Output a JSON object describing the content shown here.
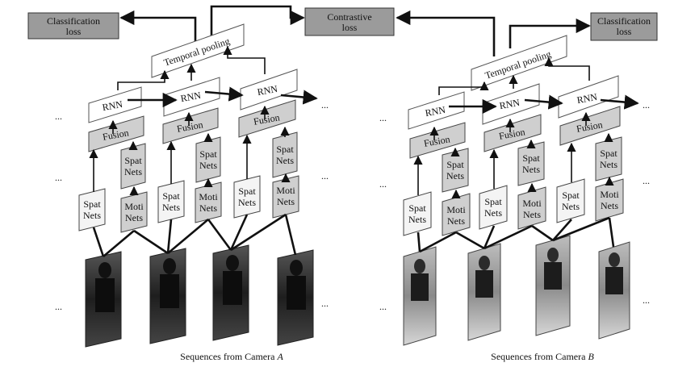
{
  "labels": {
    "classification_loss": "Classification loss",
    "contrastive_loss": "Contrastive loss",
    "temporal_pooling": "Temporal pooling",
    "rnn": "RNN",
    "fusion": "Fusion",
    "spat_nets": "Spat Nets",
    "moti_nets": "Moti Nets",
    "ellipsis": "...",
    "caption_a_prefix": "Sequences from Camera ",
    "caption_a_letter": "A",
    "caption_b_prefix": "Sequences from Camera ",
    "caption_b_letter": "B"
  },
  "colors": {
    "loss_box": "#9b9b9b",
    "fusion_box": "#cfcfcf",
    "moti_box": "#cfcfcf",
    "spat_box": "#f4f4f4",
    "camera_a_frame": "#2f2f2f",
    "camera_b_frame": "#8c8c8c"
  }
}
